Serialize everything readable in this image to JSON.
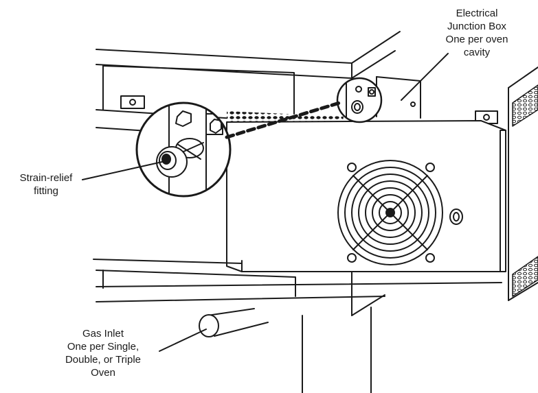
{
  "callouts": {
    "junction_box": {
      "lines": [
        "Electrical",
        "Junction Box",
        "One per oven",
        "cavity"
      ]
    },
    "strain_relief": {
      "lines": [
        "Strain-relief",
        "fitting"
      ]
    },
    "gas_inlet": {
      "lines": [
        "Gas Inlet",
        "One per Single,",
        "Double, or Triple",
        "Oven"
      ]
    }
  },
  "style": {
    "line_color": "#1a1a1a",
    "background": "#ffffff"
  }
}
